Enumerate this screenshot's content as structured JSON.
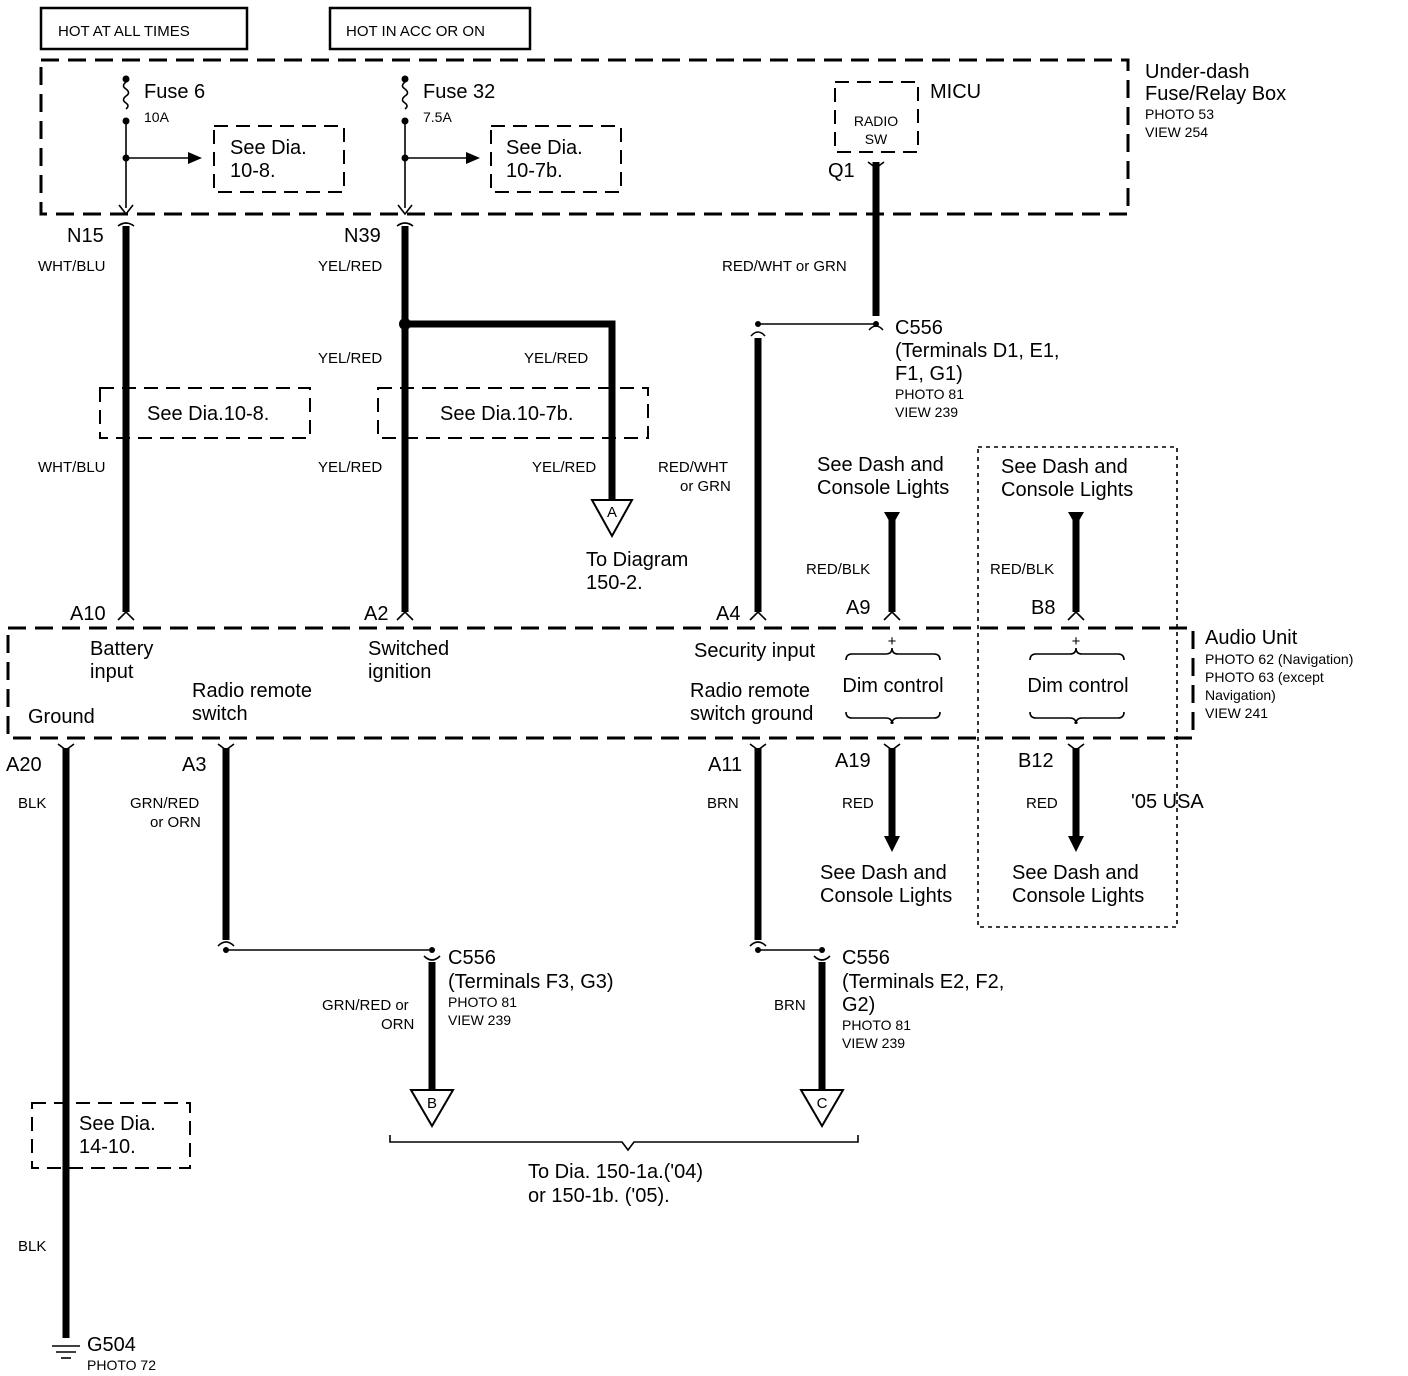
{
  "top_labels": {
    "hot_all": "HOT AT ALL TIMES",
    "hot_acc": "HOT IN ACC OR ON"
  },
  "fuse_box": {
    "line1": "Under-dash",
    "line2": "Fuse/Relay Box",
    "photo": "PHOTO 53",
    "view": "VIEW 254"
  },
  "fuse6": {
    "name": "Fuse 6",
    "rating": "10A"
  },
  "fuse32": {
    "name": "Fuse 32",
    "rating": "7.5A"
  },
  "see_108": {
    "l1": "See Dia.",
    "l2": "10-8."
  },
  "see_107b": {
    "l1": "See Dia.",
    "l2": "10-7b."
  },
  "micu": {
    "name": "MICU",
    "sw1": "RADIO",
    "sw2": "SW",
    "pin": "Q1"
  },
  "pins": {
    "n15": "N15",
    "n39": "N39",
    "a10": "A10",
    "a2": "A2",
    "a4": "A4",
    "a9": "A9",
    "b8": "B8",
    "a20": "A20",
    "a3": "A3",
    "a11": "A11",
    "a19": "A19",
    "b12": "B12"
  },
  "wires": {
    "wht_blu": "WHT/BLU",
    "yel_red": "YEL/RED",
    "red_wht_grn": "RED/WHT or GRN",
    "red_wht": "RED/WHT",
    "or_grn": "or GRN",
    "red_blk": "RED/BLK",
    "red": "RED",
    "blk": "BLK",
    "grn_red": "GRN/RED",
    "or_orn": "or ORN",
    "grn_red_or": "GRN/RED or",
    "orn": "ORN",
    "brn": "BRN"
  },
  "mid_boxes": {
    "see_108": "See Dia.10-8.",
    "see_107b": "See Dia.10-7b."
  },
  "c556_top": {
    "name": "C556",
    "t1": "(Terminals D1, E1,",
    "t2": "F1, G1)",
    "photo": "PHOTO 81",
    "view": "VIEW 239"
  },
  "connector_a": {
    "letter": "A",
    "l1": "To Diagram",
    "l2": "150-2."
  },
  "dash_lights": {
    "l1": "See Dash and",
    "l2": "Console Lights"
  },
  "audio_unit": {
    "name": "Audio Unit",
    "p1": "PHOTO 62 (Navigation)",
    "p2": "PHOTO 63 (except",
    "p3": "Navigation)",
    "view": "VIEW 241",
    "battery1": "Battery",
    "battery2": "input",
    "sw_ign1": "Switched",
    "sw_ign2": "ignition",
    "security": "Security input",
    "radio_sw1": "Radio remote",
    "radio_sw2": "switch",
    "radio_gnd1": "Radio remote",
    "radio_gnd2": "switch ground",
    "ground": "Ground",
    "dim": "Dim control",
    "plus": "+",
    "minus": "-"
  },
  "usa05": "'05 USA",
  "c556_f3": {
    "name": "C556",
    "t1": "(Terminals F3, G3)",
    "photo": "PHOTO 81",
    "view": "VIEW 239"
  },
  "c556_e2": {
    "name": "C556",
    "t1": "(Terminals E2, F2,",
    "t2": "G2)",
    "photo": "PHOTO 81",
    "view": "VIEW 239"
  },
  "connector_b": "B",
  "connector_c": "C",
  "to_dia": {
    "l1": "To Dia.   150-1a.('04)",
    "l2": "or 150-1b. ('05)."
  },
  "see_1410": {
    "l1": "See Dia.",
    "l2": "14-10."
  },
  "ground": {
    "name": "G504",
    "photo": "PHOTO 72"
  }
}
